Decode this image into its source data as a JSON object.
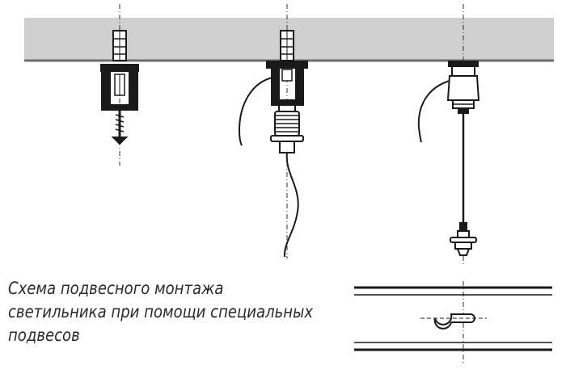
{
  "caption": {
    "lines": [
      "Схема подвесного монтажа",
      "светильника при помощи специальных",
      "подвесов"
    ]
  },
  "colors": {
    "ceiling": "#cfcfcf",
    "ceiling_edge": "#6e6e6e",
    "ink": "#1a1a1a"
  },
  "icons": [
    "dowel-icon",
    "screw-icon",
    "cable-gland-icon",
    "wire-hanger-icon",
    "keyhole-slot-icon"
  ]
}
